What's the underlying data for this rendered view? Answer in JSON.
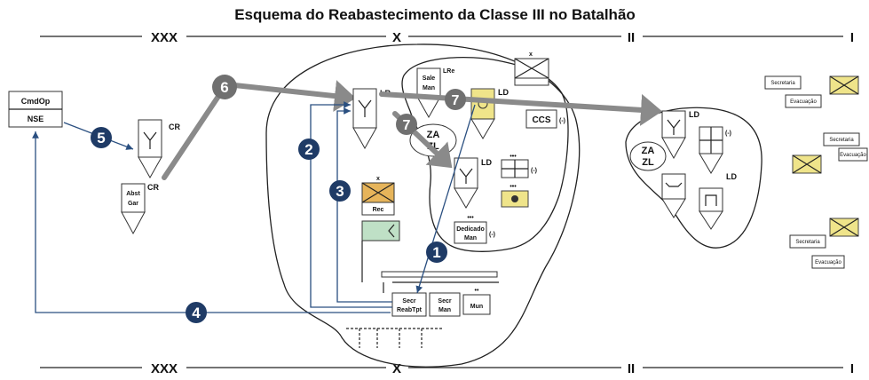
{
  "title": "Esquema do Reabastecimento da Classe III no Batalhão",
  "boundary_top": {
    "left": "XXX",
    "mid": "X",
    "right": "II",
    "end": "I"
  },
  "boundary_bottom": {
    "left": "XXX",
    "mid": "X",
    "right": "II",
    "end": "I"
  },
  "cmdop": {
    "line1": "CmdOp",
    "line2": "NSE"
  },
  "cr_label": "CR",
  "cr2_label": "CR",
  "abst_gar": {
    "line1": "Abst",
    "line2": "Gar"
  },
  "lr_label": "LR",
  "lre_label": "LRe",
  "sale_man": {
    "line1": "Sale",
    "line2": "Man"
  },
  "ld_labels": [
    "LD",
    "LD",
    "LD",
    "LD"
  ],
  "ccs": {
    "text": "CCS",
    "suffix": "(-)"
  },
  "za_zl": {
    "line1": "ZA",
    "line2": "ZL"
  },
  "za_zl_right": {
    "line1": "ZA",
    "line2": "ZL"
  },
  "dedicado_man": {
    "line1": "Dedicado",
    "line2": "Man",
    "suffix": "(-)"
  },
  "echelon_dots": "•••",
  "echelon_x": "x",
  "echelon_pair": "••",
  "rec_label": "Rec",
  "secr_reabtpt": {
    "line1": "Secr",
    "line2": "ReabTpt"
  },
  "secr_man": {
    "line1": "Secr",
    "line2": "Man"
  },
  "mun": "Mun",
  "minus": "(-)",
  "numbers": [
    "1",
    "2",
    "3",
    "4",
    "5",
    "6",
    "7",
    "7"
  ],
  "right_units": [
    {
      "a": "Secretaria",
      "b": "Evacuação"
    },
    {
      "a": "Secretaria",
      "b": "Evacuação"
    },
    {
      "a": "Secretaria",
      "b": "Evacuação"
    }
  ],
  "colors": {
    "yellow": "#efe48a",
    "orange": "#e6b45a",
    "navy": "#1f3b66",
    "grey_circle": "#707070",
    "grey_line": "#8a8a8a",
    "blue_line": "#2a4f80",
    "green": "#bfe0c6"
  }
}
